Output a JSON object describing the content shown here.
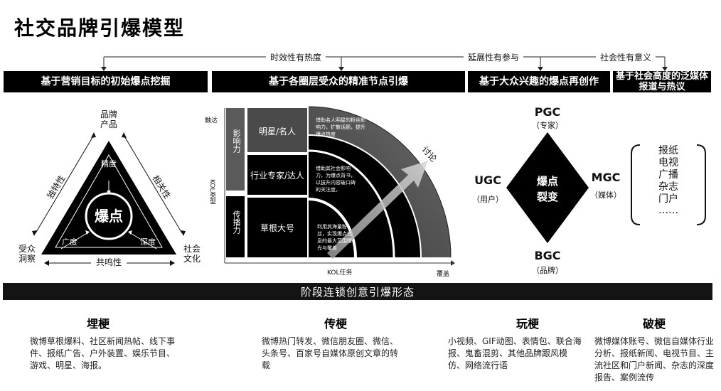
{
  "title": "社交品牌引爆模型",
  "timeline": {
    "labels": [
      "时效性有热度",
      "延展性有参与",
      "社会性有意义"
    ]
  },
  "stages": [
    "基于营销目标的初始爆点挖掘",
    "基于各圈层受众的精准节点引爆",
    "基于大众兴趣的爆点再创作",
    "基于社会高度的泛媒体报道与热议"
  ],
  "triangle": {
    "top": "品牌\n产品",
    "left": "受众\n洞察",
    "right": "社会\n文化",
    "center": "爆点",
    "inner_top": "精度",
    "inner_left": "广度",
    "inner_right": "深度",
    "side_left": "独特性",
    "side_right": "相关性",
    "side_bottom": "共鸣性"
  },
  "kol": {
    "y_axis": "KOL类型",
    "y_top": "触达",
    "x_axis": "KOL任务",
    "x_right": "覆盖",
    "arc_label": "讨论",
    "groups": [
      "影响力",
      "传播力"
    ],
    "rows": [
      {
        "label": "明星/名人",
        "desc": "借助名人明星的粉丝影响力，扩散话题，提升爆点热度"
      },
      {
        "label": "行业专家/达人",
        "desc": "借助其社会影响力，为爆点背书，以拔升内容破口碑的关注度。"
      },
      {
        "label": "草根大号",
        "desc": "利用其海量粉丝，实现爆点信息的最大范围曝光与覆盖"
      }
    ]
  },
  "diamond": {
    "center": "爆点\n裂变",
    "top": "PGC",
    "top_sub": "（专家）",
    "left": "UGC",
    "left_sub": "（用户）",
    "right": "MGC",
    "right_sub": "（媒体）",
    "bottom": "BGC",
    "bottom_sub": "（品牌）"
  },
  "media": [
    "报纸",
    "电视",
    "广播",
    "杂志",
    "门户",
    "……"
  ],
  "banner": "阶段连锁创意引爆形态",
  "forms": [
    {
      "title": "埋梗",
      "desc": "微博草根爆料、社区新闻热帖、线下事件、报纸广告、户外装置、娱乐节目、游戏、明星、海报。"
    },
    {
      "title": "传梗",
      "desc": "微博热门转发、微信朋友圈、微信、头条号、百家号自媒体原创文章的转载"
    },
    {
      "title": "玩梗",
      "desc": "小视频、GIF动图、表情包、联合海报、鬼畜混剪、其他品牌跟风模仿、网络流行语"
    },
    {
      "title": "破梗",
      "desc": "微博媒体账号、微信自媒体行业分析、报纸新闻、电视节目、主流社区和门户新闻、杂志的深度报告、案例流传"
    }
  ]
}
